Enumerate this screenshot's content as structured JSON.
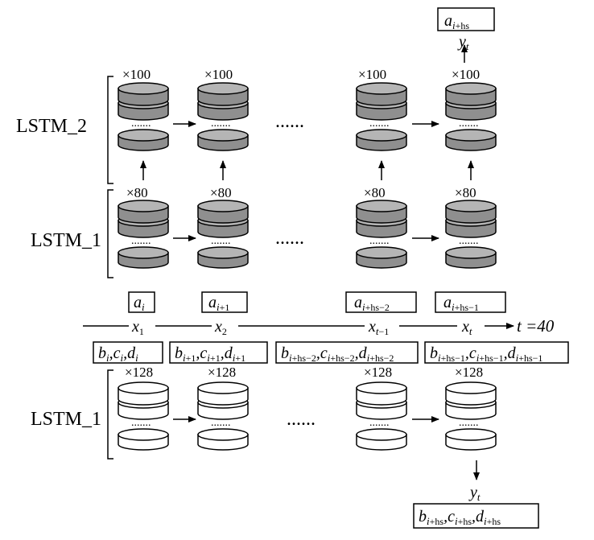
{
  "layer_labels": {
    "top": "LSTM_2",
    "middle": "LSTM_1",
    "bottom": "LSTM_1"
  },
  "unit_counts": {
    "top": "×100",
    "middle": "×80",
    "bottom": "×128"
  },
  "ellipsis": "......",
  "stack_ellipsis": ".......",
  "timeline_end": "t =40",
  "colors": {
    "gray_fill": "#8f8f8f",
    "gray_top": "#b5b5b5",
    "white_fill": "#ffffff",
    "stroke": "#000000"
  }
}
